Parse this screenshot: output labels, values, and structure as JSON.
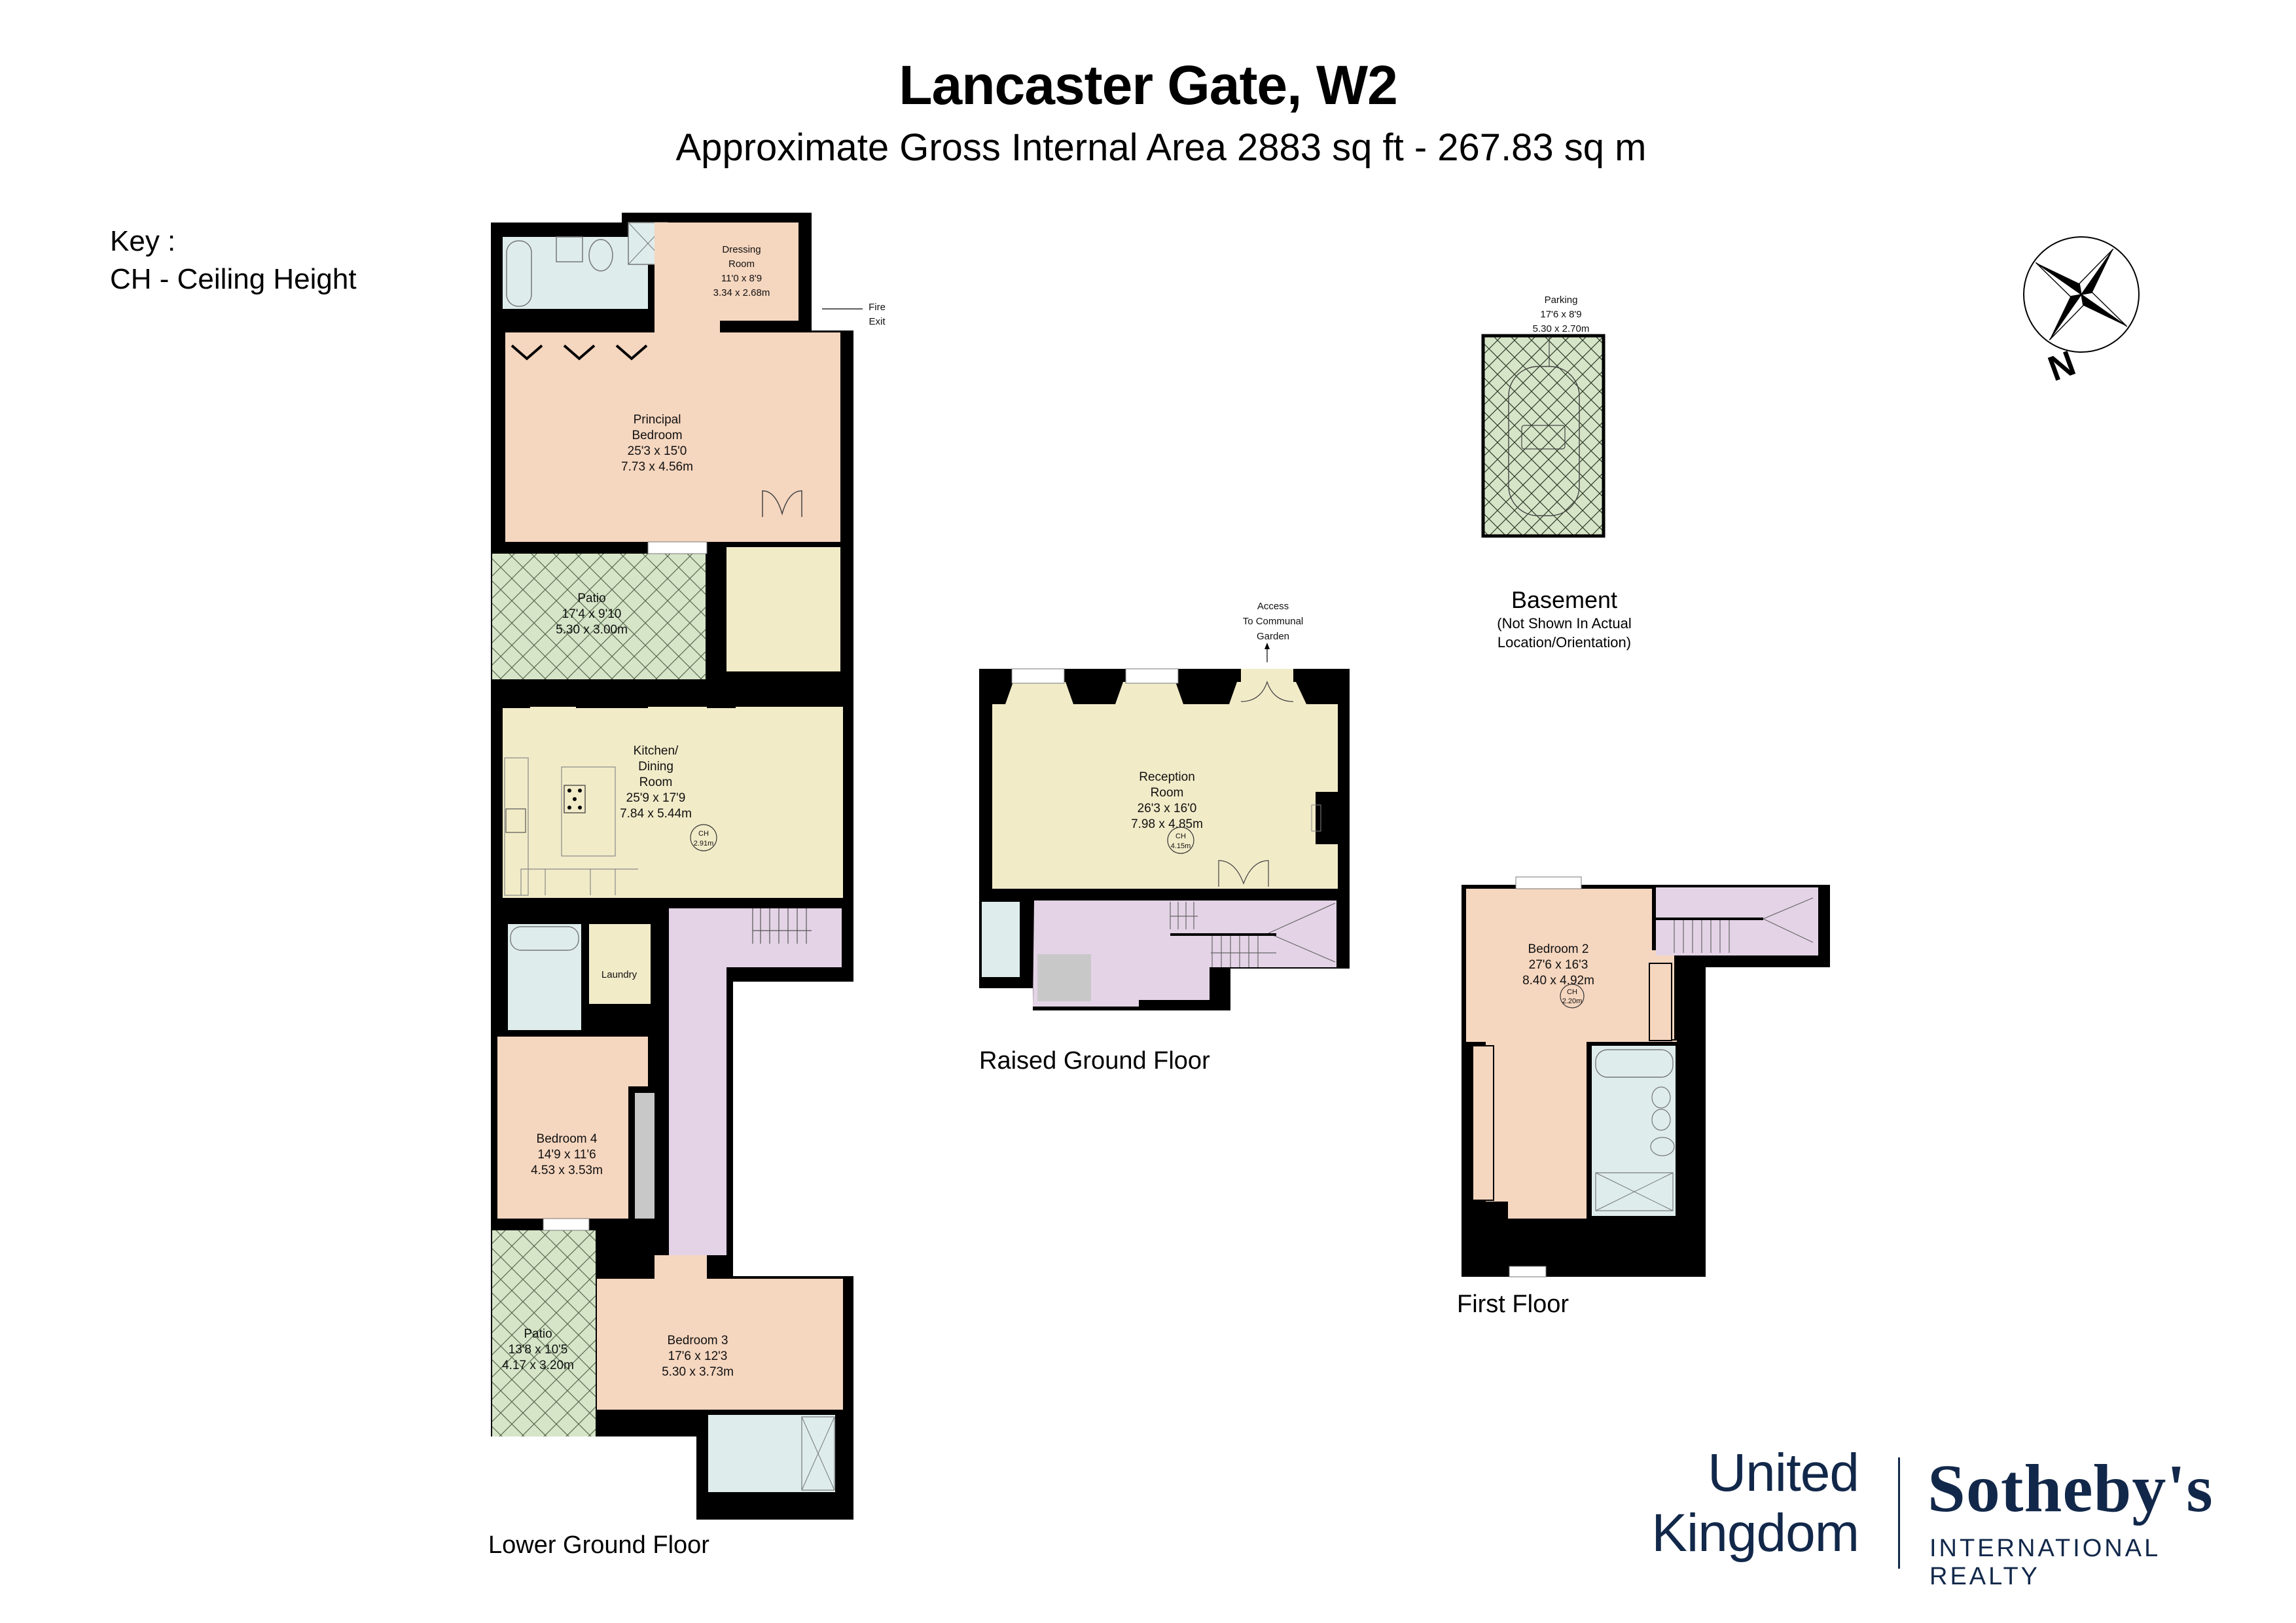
{
  "header": {
    "title": "Lancaster Gate, W2",
    "subtitle": "Approximate Gross Internal Area 2883 sq ft - 267.83 sq m"
  },
  "key": {
    "heading": "Key :",
    "entries": [
      "CH - Ceiling Height"
    ]
  },
  "colors": {
    "bedroom": "#f5d6bf",
    "living": "#f2ebc8",
    "bathroom": "#deecec",
    "circulation": "#e4d3e6",
    "outdoor": "#d6e5c8",
    "storage": "#c8c8c8",
    "wall": "#000000",
    "brand": "#12284a"
  },
  "floors": {
    "lower_ground": {
      "label": "Lower Ground Floor",
      "rooms": {
        "dressing_room": {
          "name_1": "Dressing",
          "name_2": "Room",
          "imperial": "11'0 x 8'9",
          "metric": "3.34 x 2.68m"
        },
        "fire_exit": {
          "line_1": "Fire",
          "line_2": "Exit"
        },
        "principal_bedroom": {
          "name_1": "Principal",
          "name_2": "Bedroom",
          "imperial": "25'3 x 15'0",
          "metric": "7.73 x 4.56m"
        },
        "patio_1": {
          "name": "Patio",
          "imperial": "17'4 x 9'10",
          "metric": "5.30 x 3.00m"
        },
        "kitchen": {
          "name_1": "Kitchen/",
          "name_2": "Dining",
          "name_3": "Room",
          "imperial": "25'9 x 17'9",
          "metric": "7.84 x 5.44m",
          "ch_label": "CH",
          "ch_value": "2.91m"
        },
        "laundry": {
          "name": "Laundry"
        },
        "bedroom_4": {
          "name": "Bedroom 4",
          "imperial": "14'9 x 11'6",
          "metric": "4.53 x 3.53m"
        },
        "patio_2": {
          "name": "Patio",
          "imperial": "13'8 x 10'5",
          "metric": "4.17 x 3.20m"
        },
        "bedroom_3": {
          "name": "Bedroom 3",
          "imperial": "17'6 x 12'3",
          "metric": "5.30 x 3.73m"
        }
      }
    },
    "raised_ground": {
      "label": "Raised Ground Floor",
      "access_note": {
        "line_1": "Access",
        "line_2": "To Communal",
        "line_3": "Garden"
      },
      "rooms": {
        "reception": {
          "name_1": "Reception",
          "name_2": "Room",
          "imperial": "26'3 x 16'0",
          "metric": "7.98 x 4.85m",
          "ch_label": "CH",
          "ch_value": "4.15m"
        }
      }
    },
    "basement": {
      "label": "Basement",
      "note_1": "(Not Shown In Actual",
      "note_2": "Location/Orientation)",
      "rooms": {
        "parking": {
          "name": "Parking",
          "imperial": "17'6 x 8'9",
          "metric": "5.30 x 2.70m"
        }
      }
    },
    "first_floor": {
      "label": "First Floor",
      "rooms": {
        "bedroom_2": {
          "name": "Bedroom 2",
          "imperial": "27'6 x 16'3",
          "metric": "8.40 x 4.92m",
          "ch_label": "CH",
          "ch_value": "2.20m"
        }
      }
    }
  },
  "compass": {
    "north_label": "N",
    "icon": "compass-rose-icon"
  },
  "branding": {
    "region_line_1": "United",
    "region_line_2": "Kingdom",
    "brand": "Sotheby's",
    "tagline": "INTERNATIONAL REALTY"
  }
}
